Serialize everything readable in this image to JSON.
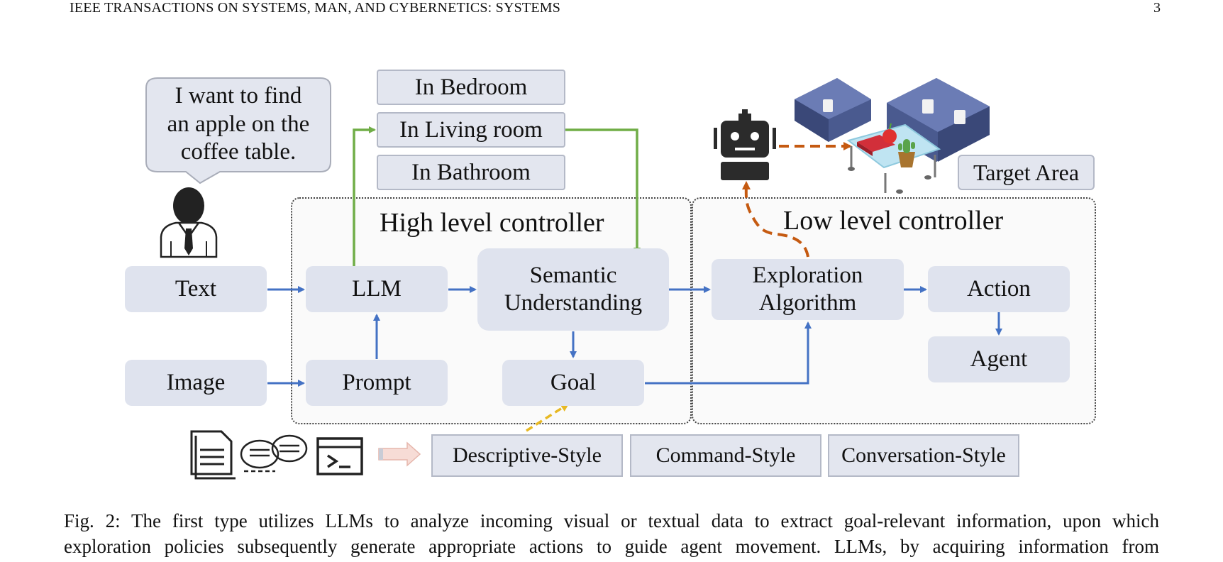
{
  "header": {
    "journal": "IEEE TRANSACTIONS ON SYSTEMS, MAN, AND CYBERNETICS: SYSTEMS",
    "page_number": "3"
  },
  "figure": {
    "speech_bubble": [
      "I want to find",
      "an apple on the",
      "coffee table."
    ],
    "rooms": [
      "In Bedroom",
      "In Living room",
      "In Bathroom"
    ],
    "high_level_title": "High level controller",
    "low_level_title": "Low level controller",
    "target_area": "Target Area",
    "nodes": {
      "text": "Text",
      "image": "Image",
      "llm": "LLM",
      "prompt": "Prompt",
      "semantic": [
        "Semantic",
        "Understanding"
      ],
      "goal": "Goal",
      "exploration": [
        "Exploration",
        "Algorithm"
      ],
      "action": "Action",
      "agent": "Agent"
    },
    "prompt_styles": [
      "Descriptive-Style",
      "Command-Style",
      "Conversation-Style"
    ],
    "colors": {
      "box_fill": "#dfe3ee",
      "blue_arrow": "#4472c4",
      "green_arrow": "#70ad47",
      "orange_path": "#c55a11",
      "yellow_arrow": "#e8b923",
      "robot": "#2b2b2b",
      "sofa": "#4a5a8f"
    },
    "icons": [
      "person-icon",
      "document-icon",
      "chat-bubbles-icon",
      "terminal-icon",
      "robot-icon",
      "sofa-icon",
      "coffee-table-icon",
      "apple-icon",
      "cactus-icon",
      "book-icon"
    ]
  },
  "caption": {
    "line1": "Fig. 2: The first type utilizes LLMs to analyze incoming visual or textual data to extract goal-relevant information, upon which",
    "line2": "exploration policies subsequently generate appropriate actions to guide agent movement. LLMs, by acquiring information from"
  }
}
